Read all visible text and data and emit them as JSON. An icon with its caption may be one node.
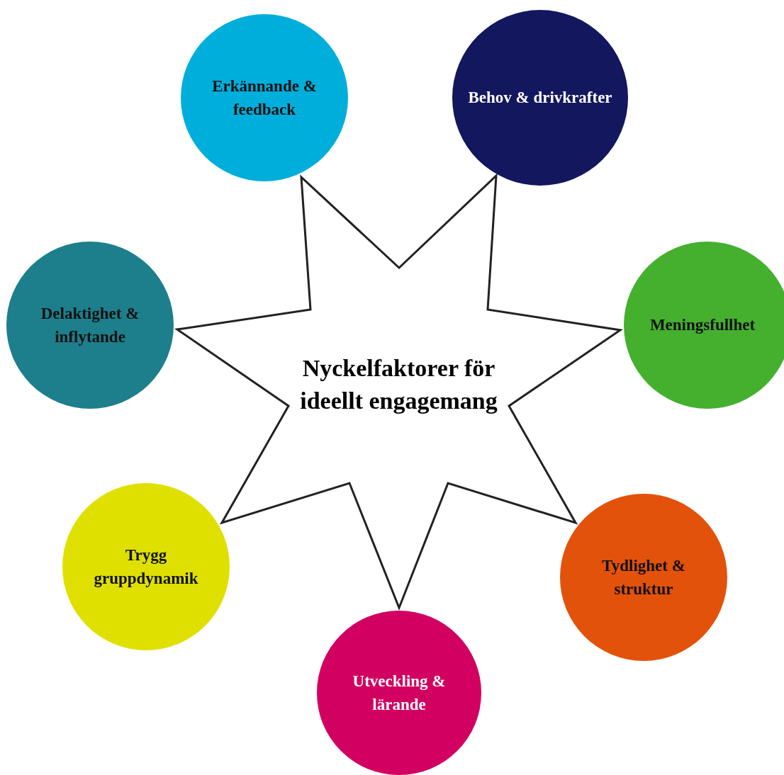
{
  "diagram": {
    "nodes": [
      {
        "text": [
          "Nyckelfaktorer för ideellt engagemang"
        ]
      },
      {
        "text": [
          "Erkännande & feedback"
        ]
      },
      {
        "text": [
          "Behov & drivkrafter"
        ]
      },
      {
        "text": [
          "Meningsfullhet"
        ]
      },
      {
        "text": [
          "Tydlighet & struktur"
        ]
      },
      {
        "text": [
          "Utveckling & lärande"
        ]
      },
      {
        "text": [
          "Trygg gruppdynamik"
        ]
      },
      {
        "text": [
          "Delaktighet & inflytande"
        ]
      }
    ]
  }
}
